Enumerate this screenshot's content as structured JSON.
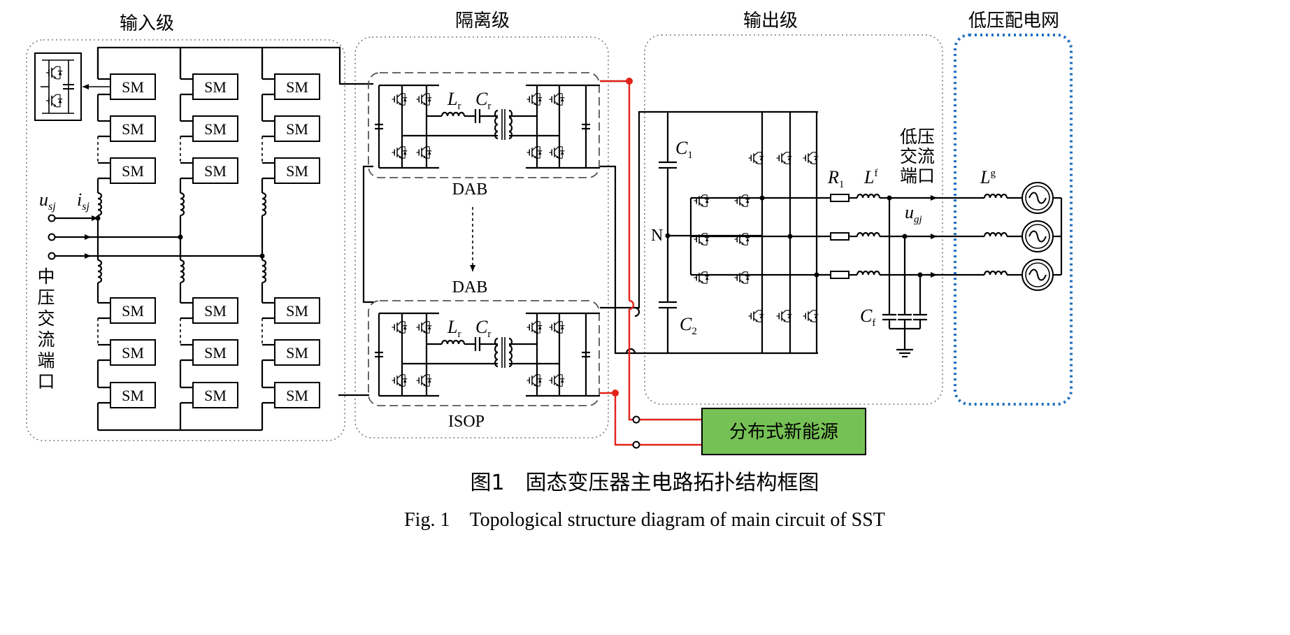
{
  "sections": {
    "input": "输入级",
    "isolation": "隔离级",
    "output": "输出级",
    "grid": "低压配电网"
  },
  "sm_label": "SM",
  "dab_label": "DAB",
  "isop_label": "ISOP",
  "labels": {
    "usj_main": "u",
    "usj_sub": "sj",
    "isj_main": "i",
    "isj_sub": "sj",
    "mv_port": [
      "中",
      "压",
      "交",
      "流",
      "端",
      "口"
    ],
    "lv_port": [
      "低压",
      "交流",
      "端口"
    ],
    "Lr": "L",
    "Lr_sub": "r",
    "Cr": "C",
    "Cr_sub": "r",
    "C1": "C",
    "C1_sub": "1",
    "C2": "C",
    "C2_sub": "2",
    "N": "N",
    "R1": "R",
    "R1_sub": "1",
    "Lf": "L",
    "Lf_sub": "f",
    "Lg": "L",
    "Lg_sub": "g",
    "ugj": "u",
    "ugj_sub": "gj",
    "Cf": "C",
    "Cf_sub": "f"
  },
  "source_box": "分布式新能源",
  "caption_cn": "图1　固态变压器主电路拓扑结构框图",
  "caption_en": "Fig. 1　Topological structure diagram of main circuit of SST",
  "colors": {
    "red_bus": "#e2231a",
    "grid_border": "#1f6fbf",
    "source_fill": "#76c155",
    "dotted_border": "#7a7a7a",
    "dashed_border": "#555555"
  }
}
